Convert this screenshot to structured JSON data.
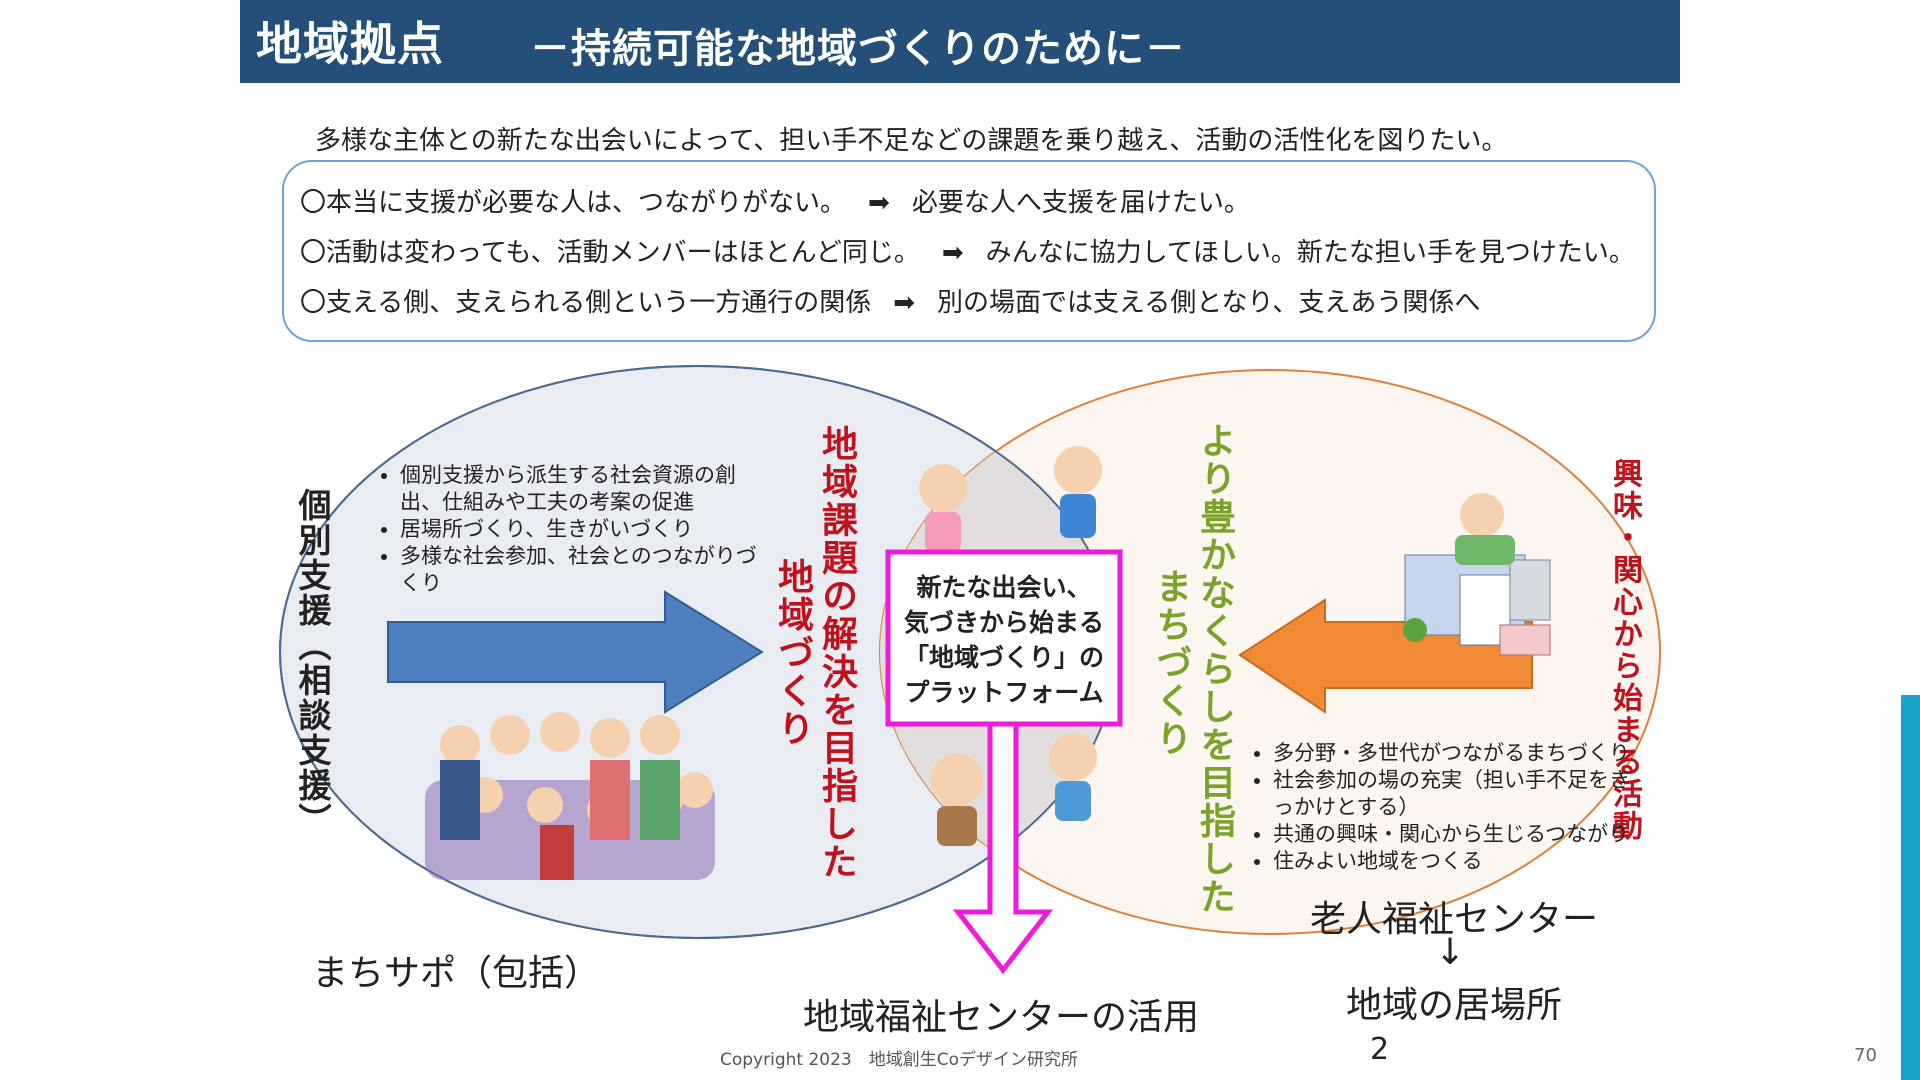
{
  "header": {
    "title": "地域拠点",
    "subtitle": "－持続可能な地域づくりのために－"
  },
  "intro": "多様な主体との新たな出会いによって、担い手不足などの課題を乗り越え、活動の活性化を図りたい。",
  "issues": [
    {
      "problem": "〇本当に支援が必要な人は、つながりがない。",
      "arrow": "➡",
      "goal": "必要な人へ支援を届けたい。"
    },
    {
      "problem": "〇活動は変わっても、活動メンバーはほとんど同じ。",
      "arrow": "➡",
      "goal": "みんなに協力してほしい。新たな担い手を見つけたい。"
    },
    {
      "problem": "〇支える側、支えられる側という一方通行の関係",
      "arrow": "➡",
      "goal": "別の場面では支える側となり、支えあう関係へ"
    }
  ],
  "left_circle": {
    "vertical_label": "個別支援（相談支援）",
    "bullets": [
      "個別支援から派生する社会資源の創出、仕組みや工夫の考案の促進",
      "居場所づくり、生きがいづくり",
      "多様な社会参加、社会とのつながりづくり"
    ],
    "red_text_1": "地域課題の解決を目指した",
    "red_text_2": "地域づくり",
    "caption": "まちサポ（包括）"
  },
  "right_circle": {
    "red_label": "興味・関心から始まる活動",
    "green_text_1": "より豊かなくらしを目指した",
    "green_text_2": "まちづくり",
    "bullets": [
      "多分野・多世代がつながるまちづくり",
      "社会参加の場の充実（担い手不足をきっかけとする）",
      "共通の興味・関心から生じるつながり",
      "住みよい地域をつくる"
    ],
    "caption_top": "老人福祉センター",
    "caption_arrow": "↓",
    "caption_bottom": "地域の居場所"
  },
  "center": {
    "platform_lines": [
      "新たな出会い、",
      "気づきから始まる",
      "「地域づくり」の",
      "プラットフォーム"
    ],
    "caption": "地域福祉センターの活用"
  },
  "footer": {
    "copyright": "Copyright 2023　地域創生Coデザイン研究所",
    "number_2": "2",
    "page": "70"
  },
  "colors": {
    "title_bar": "#244f78",
    "blue_arrow": "#4f7fbf",
    "orange_arrow": "#f08a34",
    "magenta": "#ee1bd8",
    "red_text": "#c0121c",
    "green_text": "#7aa32c",
    "side_accent": "#1aa3c8"
  }
}
